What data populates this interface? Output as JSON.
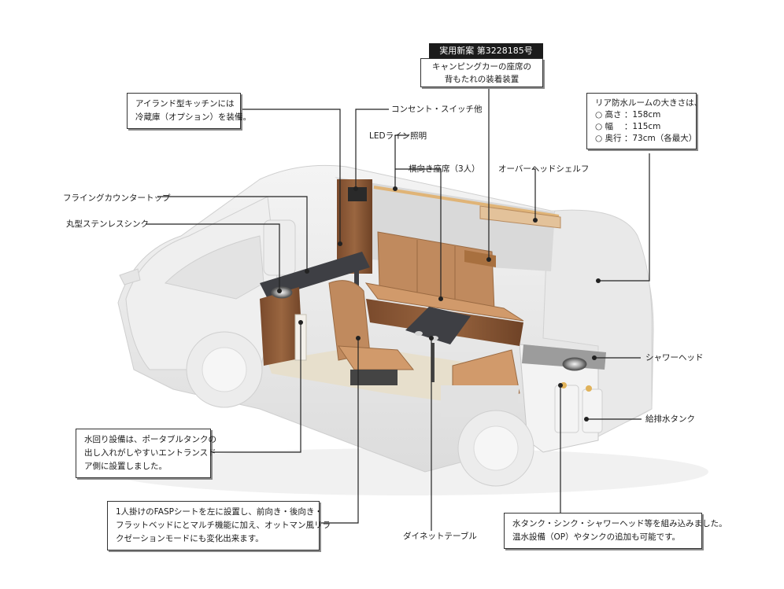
{
  "patent": {
    "header": "実用新案 第3228185号",
    "lines": [
      "キャンピングカーの座席の",
      "背もたれの装着装置"
    ]
  },
  "callouts": {
    "kitchen": [
      "アイランド型キッチンには",
      "冷蔵庫（オプション）を装備。"
    ],
    "rear_room": [
      "リア防水ルームの大きさは、",
      "○ 高さ ：158cm",
      "○ 幅 　：115cm",
      "○ 奥行 ：73cm（各最大）"
    ],
    "water": [
      "水回り設備は、ポータブルタンクの",
      "出し入れがしやすいエントランスド",
      "ア側に設置しました。"
    ],
    "seat": [
      "1人掛けのFASPシートを左に設置し、前向き・後向き・",
      "フラットベッドにとマルチ機能に加え、オットマン風リラ",
      "クゼーションモードにも変化出来ます。"
    ],
    "shower_unit": [
      "水タンク・シンク・シャワーヘッド等を組み込みました。",
      "温水設備（OP）やタンクの追加も可能です。"
    ]
  },
  "labels": {
    "outlet": "コンセント・スイッチ他",
    "led": "LEDライン照明",
    "side_seat": "横向き座席（3人）",
    "overhead": "オーバーヘッドシェルフ",
    "counter": "フライングカウンタートップ",
    "sink": "丸型ステンレスシンク",
    "shower_head": "シャワーヘッド",
    "tank": "給排水タンク",
    "table": "ダイネットテーブル"
  },
  "colors": {
    "body": "#ececec",
    "wood": "#8a5a3a",
    "cushion": "#c08a5e",
    "table": "#3e3f44",
    "floor": "#e7dfcc"
  }
}
